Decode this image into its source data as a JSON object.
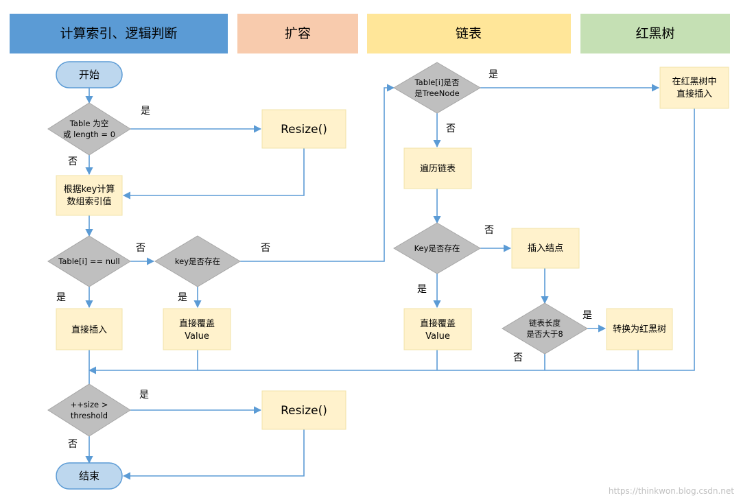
{
  "headers": {
    "h1": "计算索引、逻辑判断",
    "h2": "扩容",
    "h3": "链表",
    "h4": "红黑树"
  },
  "header_colors": {
    "h1": "#5b9bd5",
    "h2": "#f8cbad",
    "h3": "#ffe699",
    "h4": "#c5e0b4"
  },
  "nodes": {
    "start": "开始",
    "table_empty_l1": "Table 为空",
    "table_empty_l2": "或 length = 0",
    "resize1": "Resize()",
    "calc_index_l1": "根据key计算",
    "calc_index_l2": "数组索引值",
    "table_null": "Table[i] == null",
    "key_exists": "key是否存在",
    "insert_direct": "直接插入",
    "overwrite1_l1": "直接覆盖",
    "overwrite1_l2": "Value",
    "size_check_l1": "++size >",
    "size_check_l2": "threshold",
    "resize2": "Resize()",
    "end": "结束",
    "is_treenode_l1": "Table[i]是否",
    "is_treenode_l2": "是TreeNode",
    "traverse_list": "遍历链表",
    "key_exists2": "Key是否存在",
    "overwrite2_l1": "直接覆盖",
    "overwrite2_l2": "Value",
    "insert_node": "插入结点",
    "list_len_l1": "链表长度",
    "list_len_l2": "是否大于8",
    "to_rbtree": "转换为红黑树",
    "rb_insert_l1": "在红黑树中",
    "rb_insert_l2": "直接插入"
  },
  "labels": {
    "yes": "是",
    "no": "否"
  },
  "watermark": "https://thinkwon.blog.csdn.net"
}
